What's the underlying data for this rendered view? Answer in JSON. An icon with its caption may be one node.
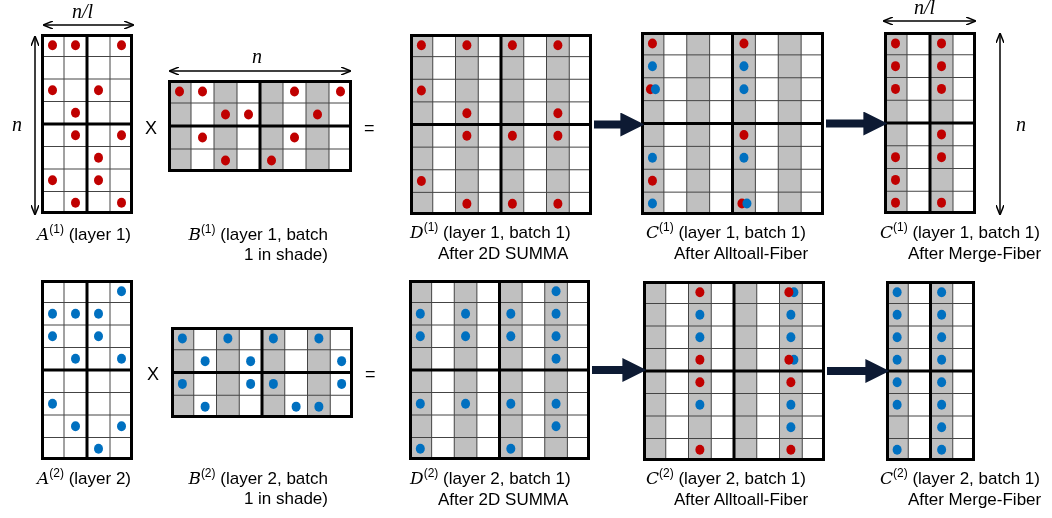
{
  "diagram": {
    "nodes": [
      {
        "text": [],
        "shape": "box",
        "beside": [
          "*A*$^{(1)}$ (layer 1)"
        ]
      },
      {
        "text": [],
        "shape": "box",
        "beside": [
          "*B*$^{(1)}$ (layer 1, batch 1 in shade)"
        ]
      },
      {
        "text": [],
        "shape": "box",
        "beside": [
          "*D*$^{(1)}$ (layer 1, batch 1)",
          "After 2D SUMMA"
        ]
      },
      {
        "text": [],
        "shape": "box",
        "beside": [
          "*C*$^{(1)}$ (layer 1, batch 1)",
          "After Alltoall-Fiber"
        ]
      },
      {
        "text": [],
        "shape": "box",
        "beside": [
          "*C*$^{(1)}$ (layer 1, batch 1)",
          "After Merge-Fiber"
        ]
      },
      {
        "text": [],
        "shape": "box",
        "beside": [
          "*A*$^{(2)}$ (layer 2)"
        ]
      },
      {
        "text": [],
        "shape": "box",
        "beside": [
          "*B*$^{(2)}$ (layer 2, batch 1 in shade)"
        ]
      },
      {
        "text": [],
        "shape": "box",
        "beside": [
          "*D*$^{(2)}$ (layer 2, batch 1)",
          "After 2D SUMMA"
        ]
      },
      {
        "text": [],
        "shape": "box",
        "beside": [
          "*C*$^{(2)}$ (layer 2, batch 1)",
          "After Alltoall-Fiber"
        ]
      },
      {
        "text": [],
        "shape": "box",
        "beside": [
          "*C*$^{(2)}$ (layer 2, batch 1)",
          "After Merge-Fiber"
        ]
      }
    ],
    "edges": [
      {
        "from": 2,
        "to": 3,
        "arrow": "to"
      },
      {
        "from": 3,
        "to": 4,
        "arrow": "to"
      },
      {
        "from": 7,
        "to": 8,
        "arrow": "to"
      },
      {
        "from": 8,
        "to": 9,
        "arrow": "to"
      }
    ],
    "labels": [
      "n/l",
      "n",
      "X",
      "n",
      "=",
      "n/l",
      "n",
      "X",
      "="
    ]
  }
}
